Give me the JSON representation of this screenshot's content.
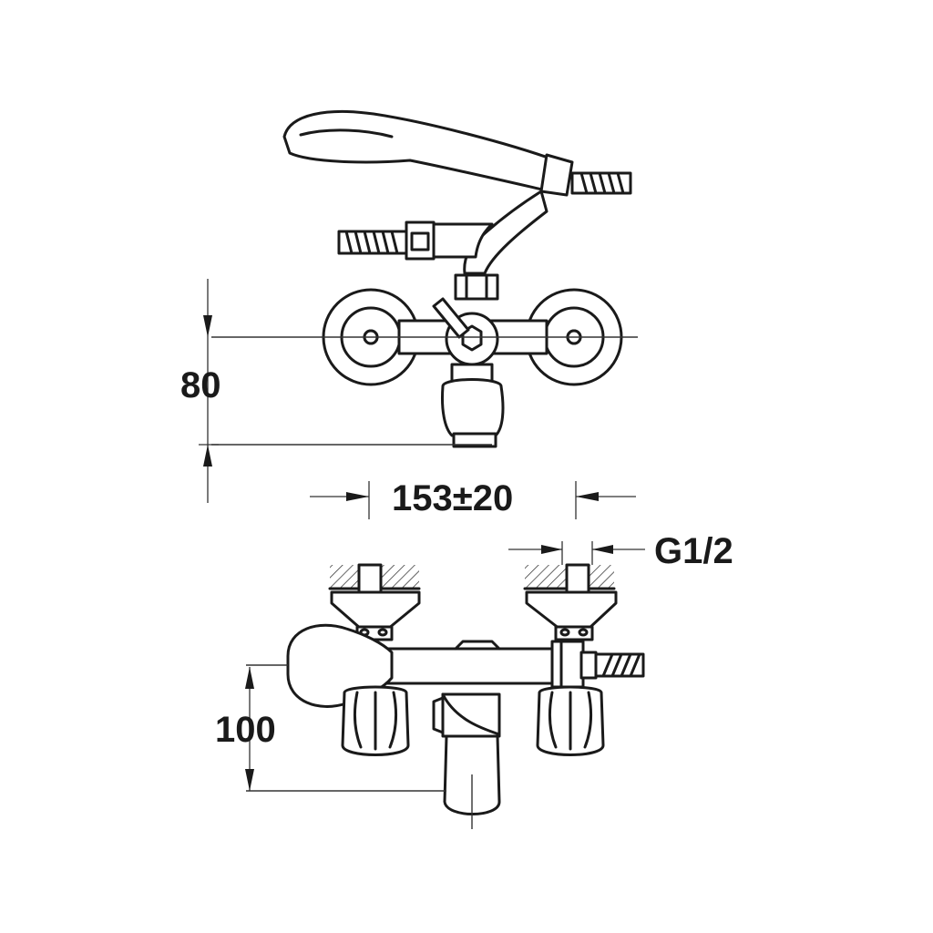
{
  "dimensions": {
    "height_top": "80",
    "spacing": "153±20",
    "thread": "G1/2",
    "height_bottom": "100"
  },
  "colors": {
    "line": "#1a1a1a",
    "background": "#ffffff"
  }
}
